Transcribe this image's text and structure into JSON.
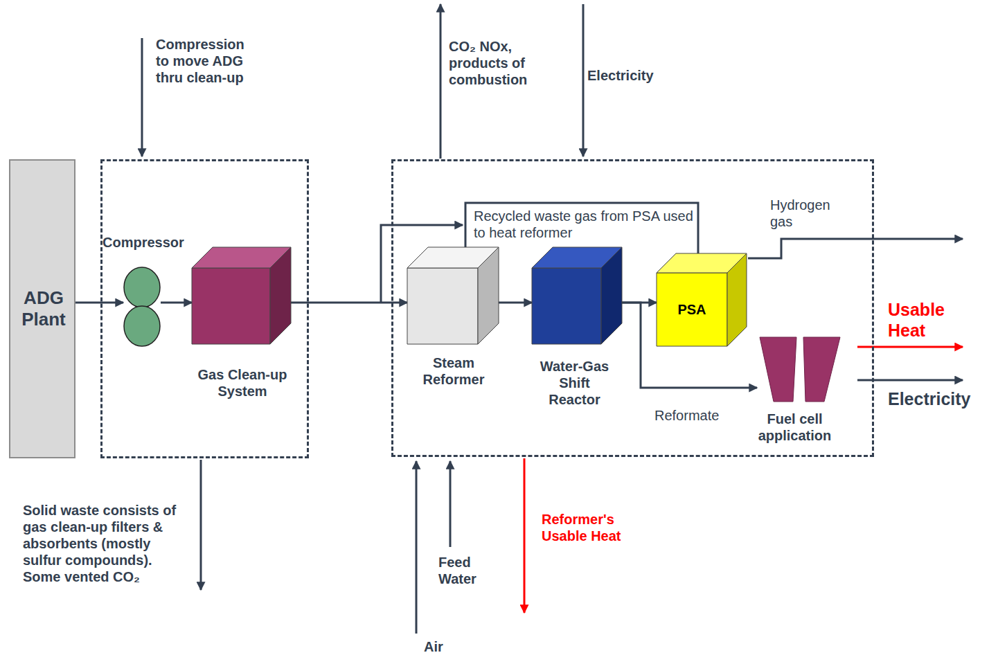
{
  "diagram": {
    "nodes": [
      {
        "text": [
          "ADG Plant"
        ]
      },
      {
        "text": []
      },
      {
        "text": [
          "Compressor"
        ],
        "in": 1
      },
      {
        "text": [
          "Gas Clean-up System"
        ],
        "in": 1
      },
      {
        "text": []
      },
      {
        "text": [
          "Steam Reformer"
        ],
        "in": 4
      },
      {
        "text": [
          "Water-Gas Shift Reactor"
        ],
        "in": 4
      },
      {
        "text": [
          "PSA"
        ],
        "in": 4
      },
      {
        "text": [
          "Fuel cell application"
        ],
        "in": 4
      }
    ],
    "edges": [
      {
        "from": 0,
        "to": 2,
        "arrow": "to"
      },
      {
        "from": 2,
        "to": 3,
        "arrow": "to"
      },
      {
        "from": 3,
        "to": 5,
        "arrow": "to"
      },
      {
        "from": 5,
        "to": 6,
        "arrow": "to"
      },
      {
        "from": 6,
        "to": 7,
        "arrow": "to"
      },
      {
        "from": 6,
        "to": 8,
        "label": "Reformate",
        "arrow": "to"
      },
      {
        "from": 7,
        "to": 5,
        "label": "Recycled waste gas from PSA used to heat reformer",
        "arrow": "none"
      }
    ],
    "labels": [
      "Compression to move ADG thru clean-up",
      "CO₂ NOx, products of combustion",
      "Electricity",
      "Hydrogen gas",
      "Usable Heat",
      "Electricity",
      "Solid waste consists of gas clean-up filters & absorbents (mostly sulfur compounds). Some vented CO₂",
      "Reformer's Usable Heat",
      "Feed Water",
      "Air"
    ]
  }
}
